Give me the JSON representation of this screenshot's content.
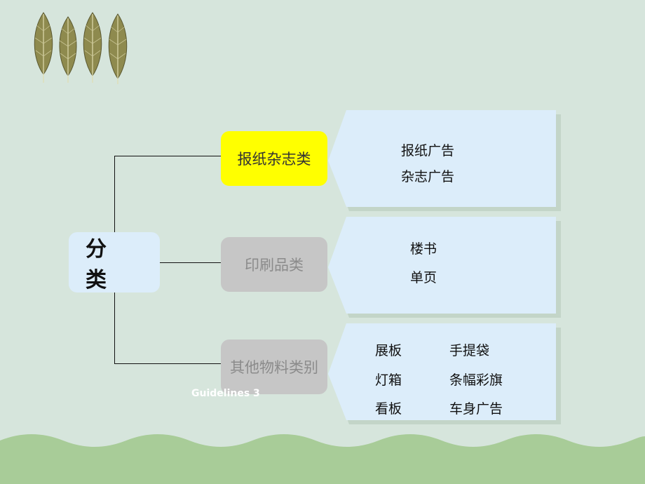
{
  "root": {
    "label": "分 类"
  },
  "categories": [
    {
      "label": "报纸杂志类",
      "items": [
        "报纸广告",
        "杂志广告"
      ]
    },
    {
      "label": "印刷品类",
      "items": [
        "楼书",
        "单页"
      ]
    },
    {
      "label": "其他物料类别",
      "items": [
        "展板",
        "手提袋",
        "灯箱",
        "条幅彩旗",
        "看板",
        "车身广告"
      ]
    }
  ],
  "overlay_text": "Guidelines  3",
  "colors": {
    "background": "#d6e5dc",
    "highlight": "#ffff00",
    "muted_box": "#c6c6c6",
    "panel": "#dcedfa",
    "grass": "#a8cc98"
  }
}
